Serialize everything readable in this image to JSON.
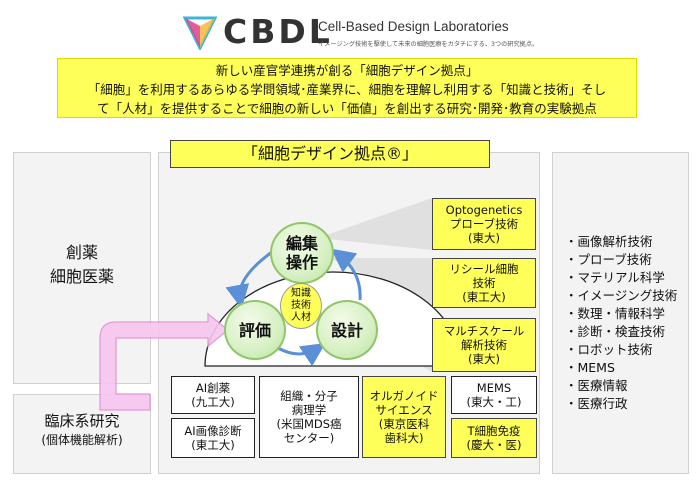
{
  "header": {
    "logo_mark": "CBDL",
    "logo_title": "Cell-Based Design Laboratories",
    "logo_tagline": "イメージング技術を駆使して未来の細胞医療をカタチにする、3つの研究拠点。"
  },
  "banner": {
    "line1": "新しい産官学連携が創る「細胞デザイン拠点」",
    "line2": "「細胞」を利用するあらゆる学問領域･産業界に、細胞を理解し利用する「知識と技術」そし",
    "line3": "て「人材」を提供することで細胞の新しい「価値」を創出する研究･開発･教育の実験拠点"
  },
  "center_title": "「細胞デザイン拠点®」",
  "left": {
    "top_line1": "創薬",
    "top_line2": "細胞医薬",
    "bottom_line1": "臨床系研究",
    "bottom_line2": "(個体機能解析)"
  },
  "cycle": {
    "edit": [
      "編集",
      "操作"
    ],
    "evaluate": "評価",
    "design": "設計",
    "center": [
      "知識",
      "技術",
      "人材"
    ]
  },
  "right_boxes": [
    {
      "lines": [
        "Optogenetics",
        "プローブ技術",
        "(東大)"
      ]
    },
    {
      "lines": [
        "リシール細胞",
        "技術",
        "(東工大)"
      ]
    },
    {
      "lines": [
        "マルチスケール",
        "解析技術",
        "(東大)"
      ]
    }
  ],
  "bottom_boxes": {
    "ai_drug": [
      "AI創薬",
      "(九工大)"
    ],
    "ai_image": [
      "AI画像診断",
      "(東工大)"
    ],
    "tissue": [
      "組織・分子",
      "病理学",
      "(米国MDS癌",
      "センター)"
    ],
    "organoid": [
      "オルガノイド",
      "サイエンス",
      "(東京医科",
      "歯科大)"
    ],
    "mems": [
      "MEMS",
      "(東大・工)"
    ],
    "tcell": [
      "T細胞免疫",
      "(慶大・医)"
    ]
  },
  "tech_list": [
    "・画像解析技術",
    "・プローブ技術",
    "・マテリアル科学",
    "・イメージング技術",
    "・数理・情報科学",
    "・診断・検査技術",
    "・ロボット技術",
    "・MEMS",
    "・医療情報",
    "・医療行政"
  ],
  "colors": {
    "banner_yellow": "#ffff5a",
    "circle_green": "#d6f0c2",
    "arrow_blue": "#5b8fd6",
    "arrow_pink": "#f2a6e6",
    "logo_pink": "#e0408a",
    "logo_cyan": "#3cb5d8"
  }
}
